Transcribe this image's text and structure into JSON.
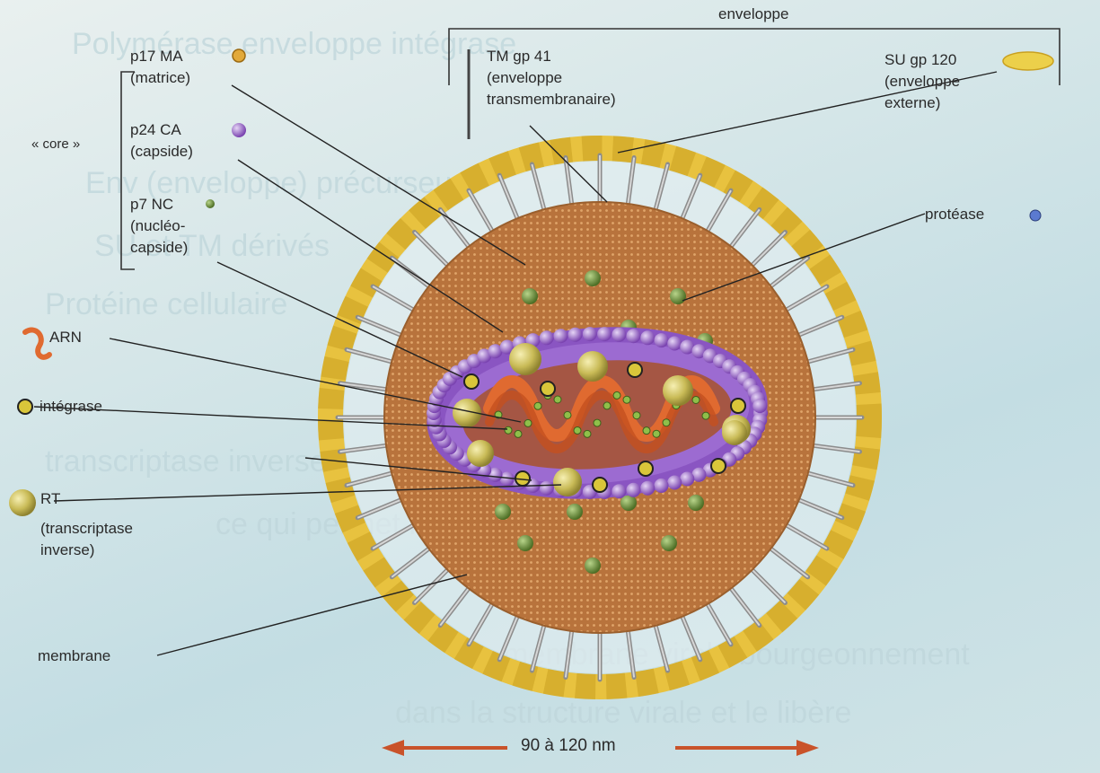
{
  "labels": {
    "enveloppe": "enveloppe",
    "p17_title": "p17 MA",
    "p17_sub": "(matrice)",
    "p24_title": "p24 CA",
    "p24_sub": "(capside)",
    "p7_title": "p7 NC",
    "p7_sub1": "(nucléo-",
    "p7_sub2": "capside)",
    "core": "« core »",
    "tm_title": "TM gp 41",
    "tm_sub1": "(enveloppe",
    "tm_sub2": "transmembranaire)",
    "su_title": "SU gp 120",
    "su_sub1": "(enveloppe",
    "su_sub2": "externe)",
    "protease": "protéase",
    "arn": "ARN",
    "integrase": "intégrase",
    "rt_title": "RT",
    "rt_sub1": "(transcriptase",
    "rt_sub2": "inverse)",
    "membrane": "membrane",
    "scale": "90 à 120 nm"
  },
  "background_text": [
    "Polymérase enveloppe intégrase",
    "Env (enveloppe) précurseur",
    "SU et TM dérivés",
    "Protéine cellulaire",
    "transcriptase inverse",
    "ce qui permet la",
    "membrane virale bourgeonnement",
    "dans la structure virale et le libère"
  ],
  "colors": {
    "envelope_yellow": "#e8c23f",
    "matrix_brown": "#b8733c",
    "capsid_purple": "#8a55c2",
    "rna_orange": "#d8612a",
    "arrow": "#c9532a"
  }
}
